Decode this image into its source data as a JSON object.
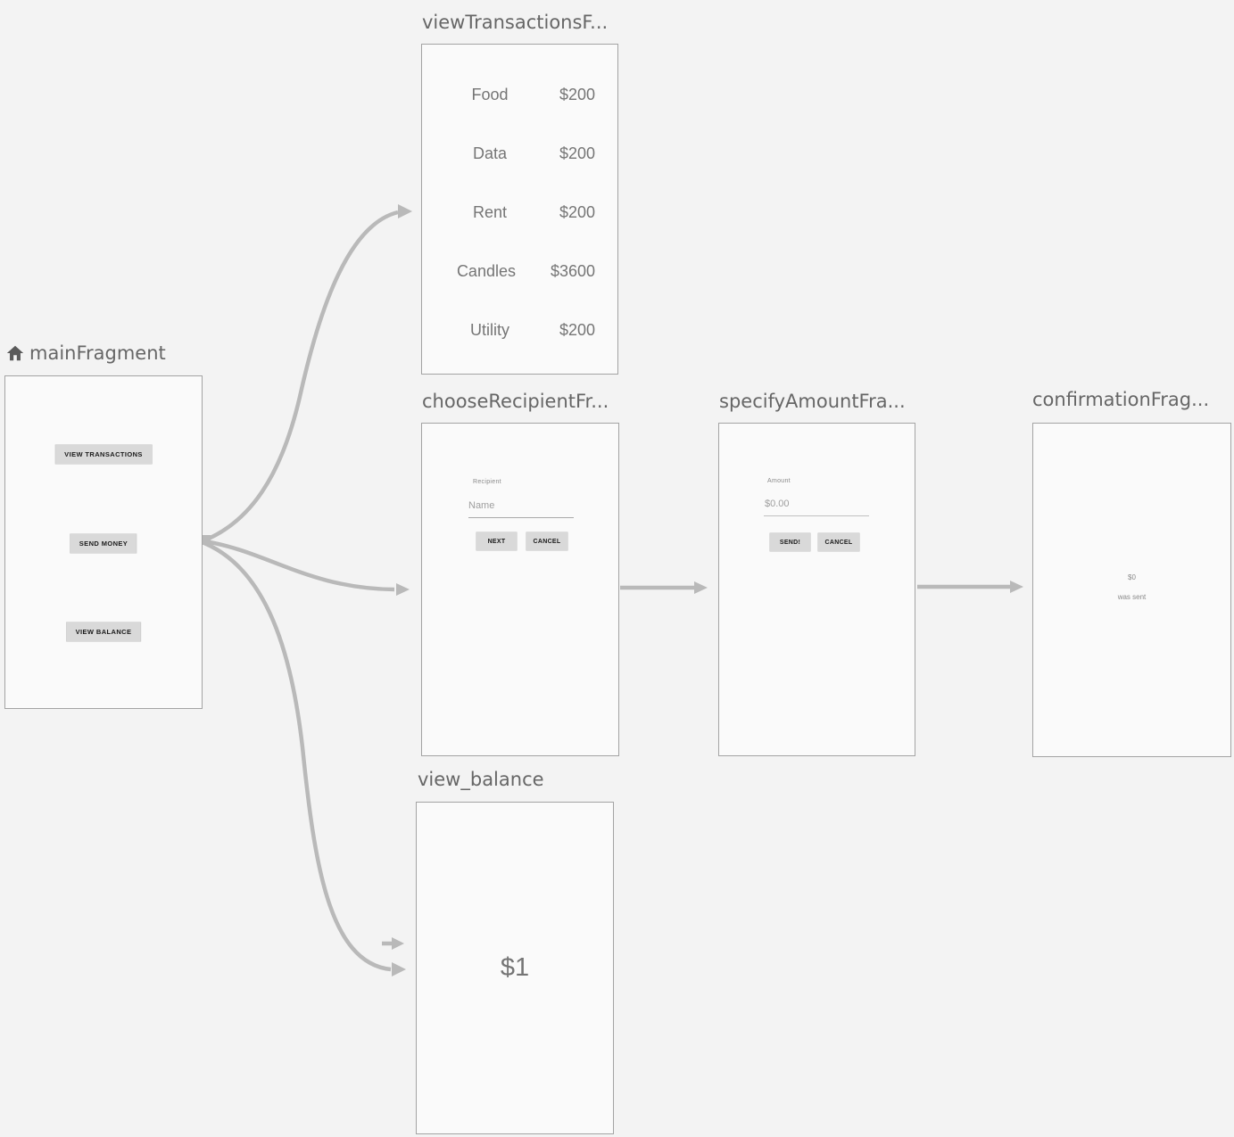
{
  "colors": {
    "background": "#f3f3f3",
    "card_fill": "#fafafa",
    "card_border": "#a3a3a3",
    "arrow": "#b9b9b9",
    "title_text": "#666666",
    "muted_text": "#757575",
    "button_fill": "#d9d9d9"
  },
  "nodes": {
    "main": {
      "title": "mainFragment",
      "buttons": {
        "view_transactions": "VIEW TRANSACTIONS",
        "send_money": "SEND MONEY",
        "view_balance": "VIEW BALANCE"
      }
    },
    "view_transactions": {
      "title": "viewTransactionsF...",
      "rows": [
        {
          "label": "Food",
          "amount": "$200"
        },
        {
          "label": "Data",
          "amount": "$200"
        },
        {
          "label": "Rent",
          "amount": "$200"
        },
        {
          "label": "Candles",
          "amount": "$3600"
        },
        {
          "label": "Utility",
          "amount": "$200"
        }
      ]
    },
    "choose_recipient": {
      "title": "chooseRecipientFr...",
      "field_label": "Recipient",
      "field_placeholder": "Name",
      "next_button": "NEXT",
      "cancel_button": "CANCEL"
    },
    "specify_amount": {
      "title": "specifyAmountFra...",
      "field_label": "Amount",
      "field_placeholder": "$0.00",
      "send_button": "SEND!",
      "cancel_button": "CANCEL"
    },
    "confirmation": {
      "title": "confirmationFrag...",
      "amount": "$0",
      "caption": "was sent"
    },
    "view_balance": {
      "title": "view_balance",
      "balance": "$1"
    }
  }
}
